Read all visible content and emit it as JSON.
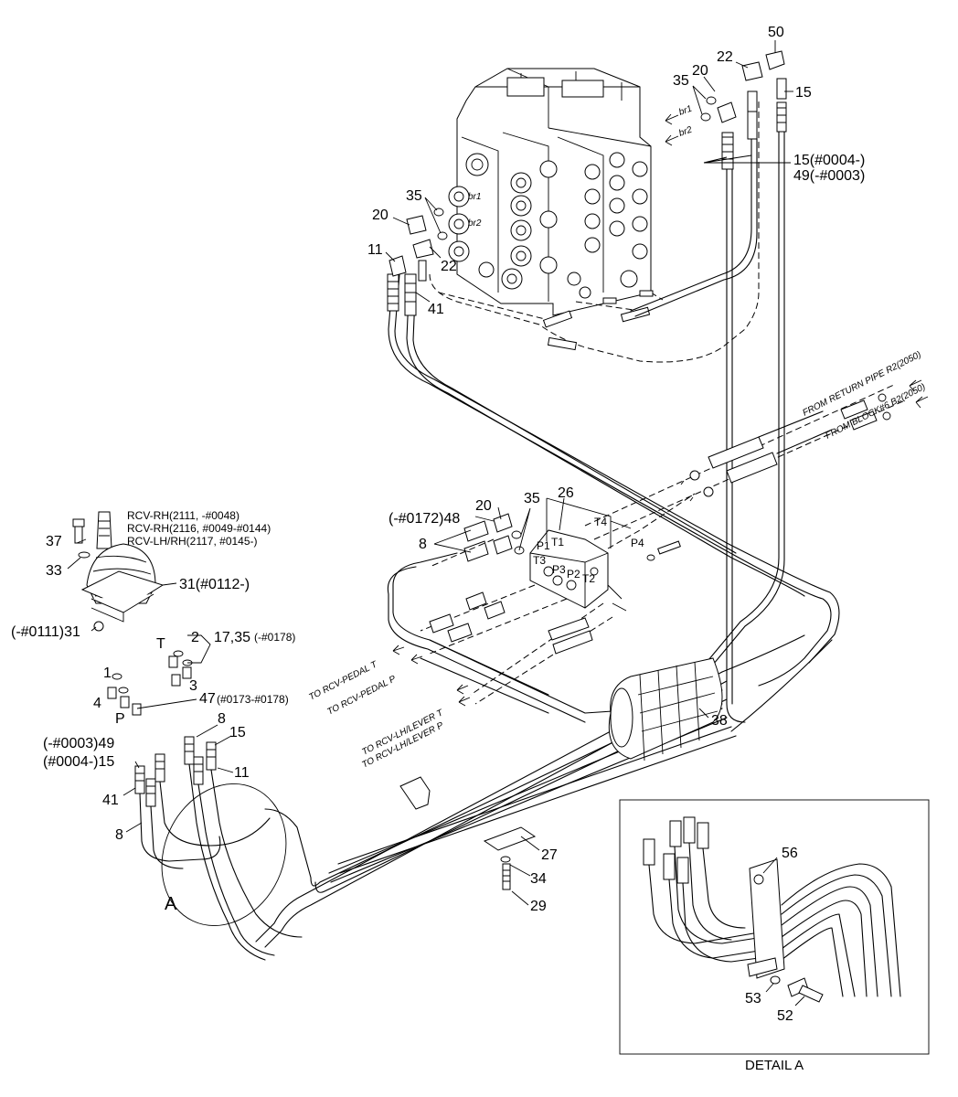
{
  "callouts": {
    "c50": "50",
    "c22a": "22",
    "c20a": "20",
    "c35a": "35",
    "c15a": "15",
    "c15b": "15(#0004-)",
    "c49a": "49(-#0003)",
    "br1": "br1",
    "br2": "br2",
    "br1b": "br1",
    "br2b": "br2",
    "c35b": "35",
    "c20b": "20",
    "c11a": "11",
    "c22b": "22",
    "c41a": "41",
    "from_return": "FROM RETURN PIPE R2(2050)",
    "from_block": "FROM BLOCK#6 B2(2050)",
    "rcv1": "RCV-RH(2111, -#0048)",
    "rcv2": "RCV-RH(2116, #0049-#0144)",
    "rcv3": "RCV-LH/RH(2117, #0145-)",
    "c37": "37",
    "c33": "33",
    "c31a": "31(#0112-)",
    "c31b": "(-#0111)31",
    "c48": "(-#0172)48",
    "c20c": "20",
    "c35c": "35",
    "c26": "26",
    "c8a": "8",
    "p1": "P1",
    "t1": "T1",
    "t3": "T3",
    "p3": "P3",
    "p2": "P2",
    "t2": "T2",
    "t4": "T4",
    "p4": "P4",
    "c2": "2",
    "c17": "17,35",
    "c17b": "(-#0178)",
    "cT": "T",
    "c1": "1",
    "c4": "4",
    "c3": "3",
    "cP": "P",
    "c47": "47",
    "c47b": "(#0173-#0178)",
    "pedal_t": "TO RCV-PEDAL T",
    "pedal_p": "TO RCV-PEDAL P",
    "lever_t": "TO RCV-LH/LEVER T",
    "lever_p": "TO RCV-LH/LEVER P",
    "c38": "38",
    "c49b": "(-#0003)49",
    "c15c": "(#0004-)15",
    "c8b": "8",
    "c15d": "15",
    "c11b": "11",
    "c41b": "41",
    "c8c": "8",
    "cA": "A",
    "c27": "27",
    "c34": "34",
    "c29": "29",
    "c56": "56",
    "c53": "53",
    "c52": "52",
    "detail": "DETAIL  A"
  }
}
